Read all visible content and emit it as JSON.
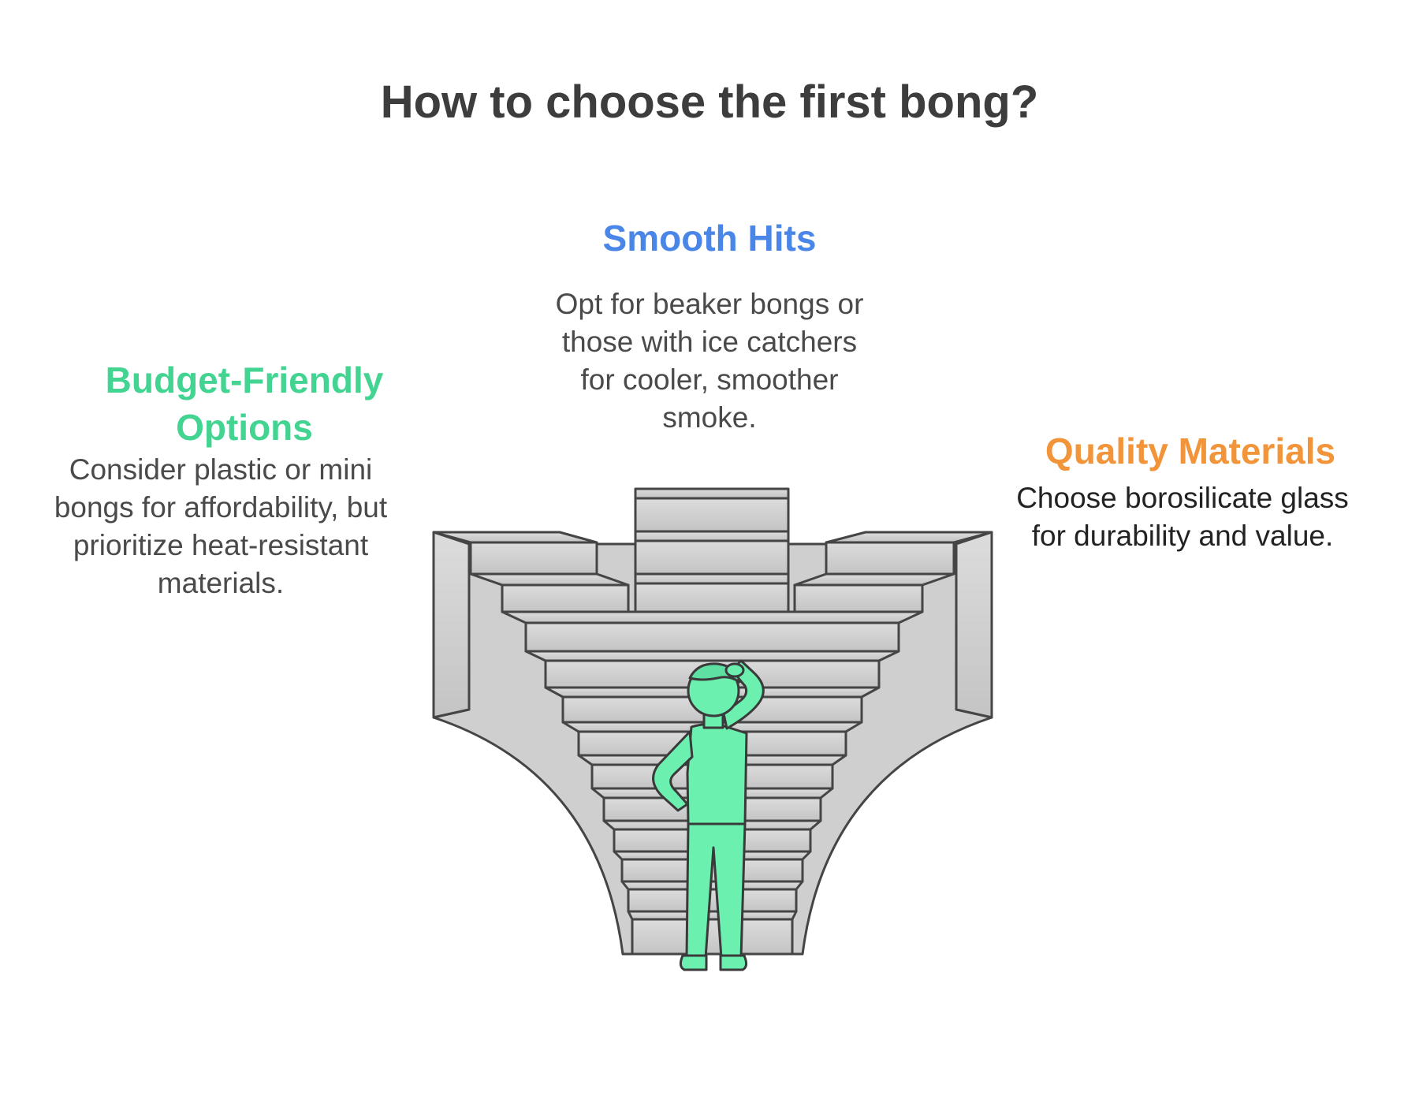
{
  "title": "How to choose the first bong?",
  "colors": {
    "smooth": "#4a86e8",
    "budget": "#43d492",
    "quality": "#f2943a",
    "stair_fill": "#d6d6d6",
    "stair_stroke": "#454545",
    "person": "#6cf0b0"
  },
  "blocks": {
    "smooth": {
      "title": "Smooth Hits",
      "text": "Opt for beaker bongs or those with ice catchers for cooler, smoother smoke."
    },
    "budget": {
      "title": "Budget-Friendly Options",
      "text": "Consider plastic or mini bongs for affordability, but prioritize heat-resistant materials."
    },
    "quality": {
      "title": "Quality Materials",
      "text": "Choose borosilicate glass for durability and value."
    }
  },
  "icons": {
    "stairs": "staircase-icon",
    "person": "thinking-person-icon"
  }
}
